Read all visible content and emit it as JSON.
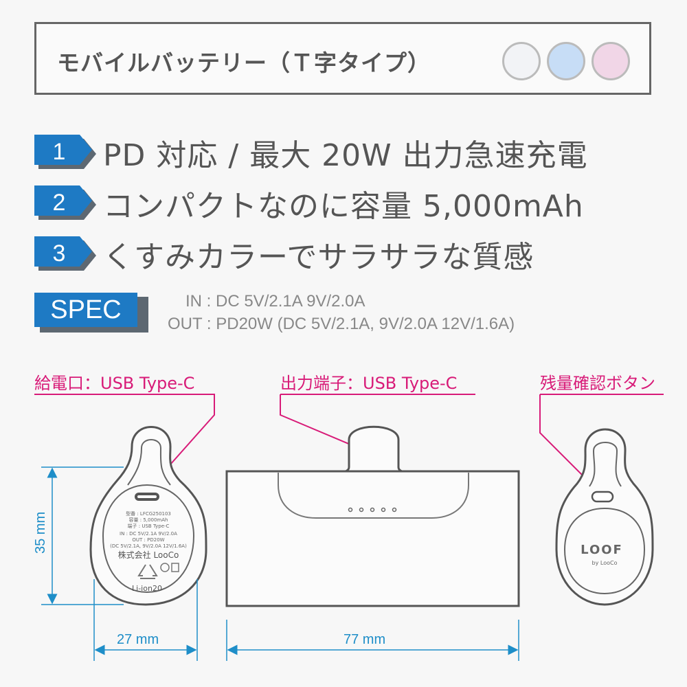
{
  "title": "モバイルバッテリー（Ｔ字タイプ）",
  "swatches": [
    {
      "name": "white",
      "color": "#f2f3f6"
    },
    {
      "name": "blue",
      "color": "#c7ddf6"
    },
    {
      "name": "pink",
      "color": "#f1d6e7"
    }
  ],
  "features": [
    {
      "number": "1",
      "text": "PD 対応 / 最大 20W 出力急速充電"
    },
    {
      "number": "2",
      "text": "コンパクトなのに容量 5,000mAh"
    },
    {
      "number": "3",
      "text": "くすみカラーでサラサラな質感"
    }
  ],
  "spec": {
    "label": "SPEC",
    "in": "IN : DC 5V/2.1A  9V/2.0A",
    "out": "OUT : PD20W (DC 5V/2.1A, 9V/2.0A  12V/1.6A)"
  },
  "callouts": {
    "input": "給電口：USB Type-C",
    "output": "出力端子：USB Type-C",
    "button": "残量確認ボタン"
  },
  "label_back": {
    "line1": "型番 : LFCG250103",
    "line2": "容量 : 5,000mAh",
    "line3": "端子 : USB Type-C",
    "line4": "IN : DC 5V/2.1A  9V/2.0A",
    "line5": "OUT : PD20W",
    "line6": "(DC 5V/2.1A, 9V/2.0A  12V/1.6A)",
    "company": "株式会社 LooCo",
    "recycle": "Li-ion20"
  },
  "brand": {
    "logo": "LOOF",
    "by": "by LooCo"
  },
  "dimensions": {
    "height": "35 mm",
    "width": "27 mm",
    "length": "77 mm"
  },
  "colors": {
    "accent_blue": "#1e7ac4",
    "callout_pink": "#d81b78",
    "dimension_blue": "#1e8ec8"
  }
}
